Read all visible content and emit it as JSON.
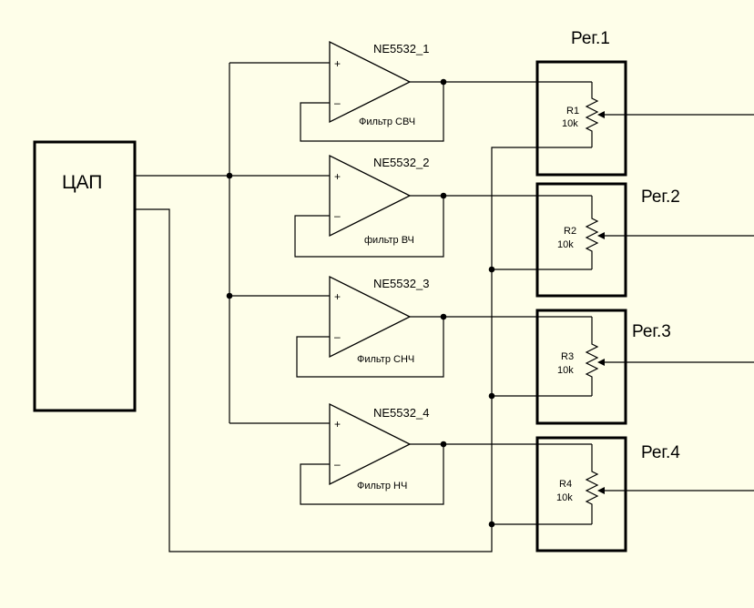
{
  "dac": {
    "label": "ЦАП"
  },
  "amplifiers": [
    {
      "name": "NE5532_1",
      "filter": "Фильтр СВЧ",
      "plus": "+",
      "minus": "–"
    },
    {
      "name": "NE5532_2",
      "filter": "фильтр ВЧ",
      "plus": "+",
      "minus": "–"
    },
    {
      "name": "NE5532_3",
      "filter": "Фильтр СНЧ",
      "plus": "+",
      "minus": "–"
    },
    {
      "name": "NE5532_4",
      "filter": "Фильтр НЧ",
      "plus": "+",
      "minus": "–"
    }
  ],
  "regulators": [
    {
      "label": "Рег.1",
      "ref": "R1",
      "value": "10k"
    },
    {
      "label": "Рег.2",
      "ref": "R2",
      "value": "10k"
    },
    {
      "label": "Рег.3",
      "ref": "R3",
      "value": "10k"
    },
    {
      "label": "Рег.4",
      "ref": "R4",
      "value": "10k"
    }
  ],
  "colors": {
    "background": "#fefee9",
    "ink": "#000000"
  }
}
